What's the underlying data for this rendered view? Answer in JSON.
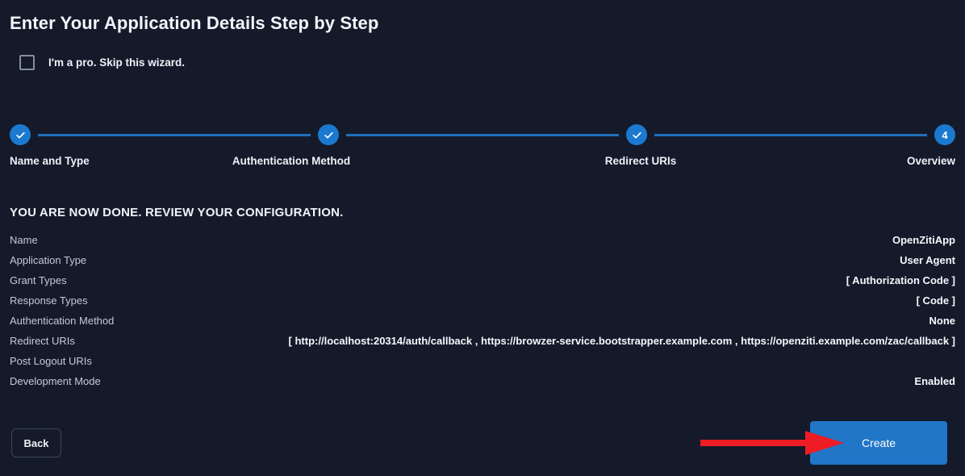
{
  "page": {
    "title": "Enter Your Application Details Step by Step"
  },
  "skip": {
    "label": "I'm a pro. Skip this wizard.",
    "checked": false
  },
  "stepper": {
    "steps": [
      {
        "label": "Name and Type",
        "state": "complete",
        "marker": "check"
      },
      {
        "label": "Authentication Method",
        "state": "complete",
        "marker": "check"
      },
      {
        "label": "Redirect URIs",
        "state": "complete",
        "marker": "check"
      },
      {
        "label": "Overview",
        "state": "current",
        "marker": "4"
      }
    ]
  },
  "review": {
    "heading": "YOU ARE NOW DONE. REVIEW YOUR CONFIGURATION.",
    "rows": [
      {
        "label": "Name",
        "value": "OpenZitiApp"
      },
      {
        "label": "Application Type",
        "value": "User Agent"
      },
      {
        "label": "Grant Types",
        "value": "[ Authorization Code ]"
      },
      {
        "label": "Response Types",
        "value": "[ Code ]"
      },
      {
        "label": "Authentication Method",
        "value": "None"
      },
      {
        "label": "Redirect URIs",
        "value": "[ http://localhost:20314/auth/callback , https://browzer-service.bootstrapper.example.com , https://openziti.example.com/zac/callback ]"
      },
      {
        "label": "Post Logout URIs",
        "value": ""
      },
      {
        "label": "Development Mode",
        "value": "Enabled"
      }
    ]
  },
  "footer": {
    "back_label": "Back",
    "create_label": "Create"
  },
  "annotation": {
    "arrow_color": "#ee1c25",
    "points_to": "Create"
  },
  "colors": {
    "background": "#141a2a",
    "accent_blue": "#1b79d0",
    "primary_button": "#2176c7",
    "label_text": "#c3cad8",
    "value_text": "#f4f7fc",
    "arrow_red": "#ee1c25"
  }
}
